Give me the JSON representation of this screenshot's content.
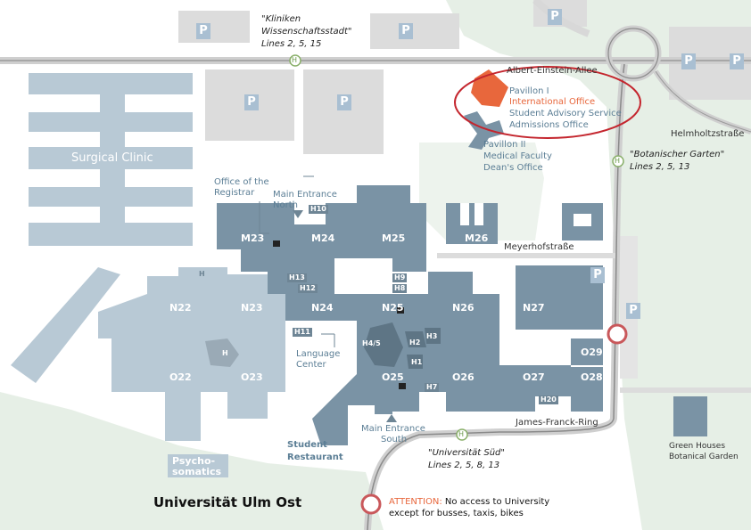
{
  "campus": {
    "title": "Universität Ulm Ost"
  },
  "streets": {
    "einstein": "Albert-Einstein-Allee",
    "helmholtz": "Helmholtzstraße",
    "meyerhof": "Meyerhofstraße",
    "franck": "James-Franck-Ring"
  },
  "stops": {
    "kliniken": {
      "name": "\"Kliniken Wissenschaftsstadt\"",
      "line1": "\"Kliniken",
      "line2": "Wissenschaftsstadt\"",
      "lines": "Lines 2, 5, 15"
    },
    "botanischer": {
      "line1": "\"Botanischer Garten\"",
      "lines": "Lines 2, 5, 13"
    },
    "sued": {
      "line1": "\"Universität Süd\"",
      "lines": "Lines 2, 5, 8, 13"
    },
    "symbol": "H"
  },
  "buildings": {
    "surgical": "Surgical Clinic",
    "psycho1": "Psycho-",
    "psycho2": "somatics",
    "m23": "M23",
    "m24": "M24",
    "m25": "M25",
    "m26": "M26",
    "n22": "N22",
    "n23": "N23",
    "n24": "N24",
    "n25": "N25",
    "n26": "N26",
    "n27": "N27",
    "o22": "O22",
    "o23": "O23",
    "o25": "O25",
    "o26": "O26",
    "o27": "O27",
    "o28": "O28",
    "o29": "O29"
  },
  "halls": {
    "h10": "H10",
    "h13": "H13",
    "h12": "H12",
    "h9": "H9",
    "h8": "H8",
    "h11": "H11",
    "h45": "H4/5",
    "h2": "H2",
    "h3": "H3",
    "h1": "H1",
    "h7": "H7",
    "h20": "H20",
    "h": "H"
  },
  "parking": "P",
  "pavillon1": {
    "name": "Pavillon I",
    "office1": "International Office",
    "office2": "Student Advisory Service",
    "office3": "Admissions Office"
  },
  "pavillon2": {
    "name": "Pavillon II",
    "line1": "Medical Faculty",
    "line2": "Dean's Office"
  },
  "labels": {
    "registrar1": "Office of the",
    "registrar2": "Registrar",
    "mainNorth1": "Main Entrance",
    "mainNorth2": "North",
    "language1": "Language",
    "language2": "Center",
    "restaurant1": "Student",
    "restaurant2": "Restaurant",
    "mainSouth1": "Main Entrance",
    "mainSouth2": "South",
    "green1": "Green Houses",
    "green2": "Botanical Garden"
  },
  "attention": {
    "word": "ATTENTION:",
    "line1": "No access to University",
    "line2": "except for busses, taxis, bikes"
  },
  "colors": {
    "building": "#7a93a5",
    "lightBuilding": "#b8c9d5",
    "highlight": "#e8673c",
    "green": "#e6efe6",
    "ring": "#c4262e"
  }
}
